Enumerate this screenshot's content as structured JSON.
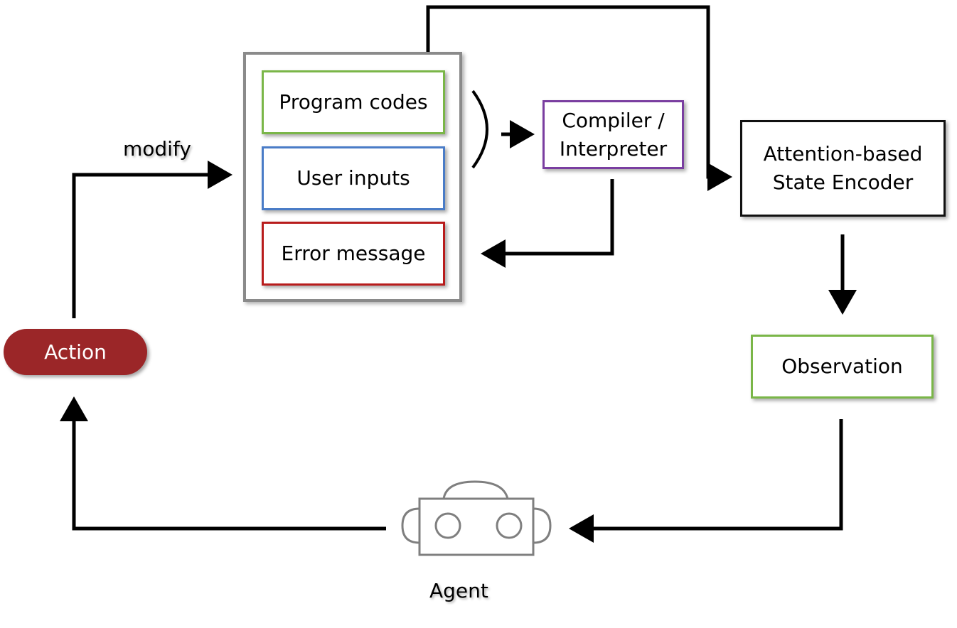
{
  "nodes": {
    "program_codes": "Program codes",
    "user_inputs": "User inputs",
    "error_message": "Error message",
    "compiler_line1": "Compiler /",
    "compiler_line2": "Interpreter",
    "encoder_line1": "Attention-based",
    "encoder_line2": "State Encoder",
    "observation": "Observation",
    "action": "Action",
    "agent": "Agent"
  },
  "edge_labels": {
    "modify": "modify"
  },
  "colors": {
    "program_codes_border": "#7ab648",
    "user_inputs_border": "#4a7cc7",
    "error_message_border": "#b81c1c",
    "compiler_border": "#7a3ea0",
    "observation_border": "#7ab648",
    "action_fill": "#9b2628",
    "group_border": "#8a8a8a",
    "arrow": "#000000"
  }
}
